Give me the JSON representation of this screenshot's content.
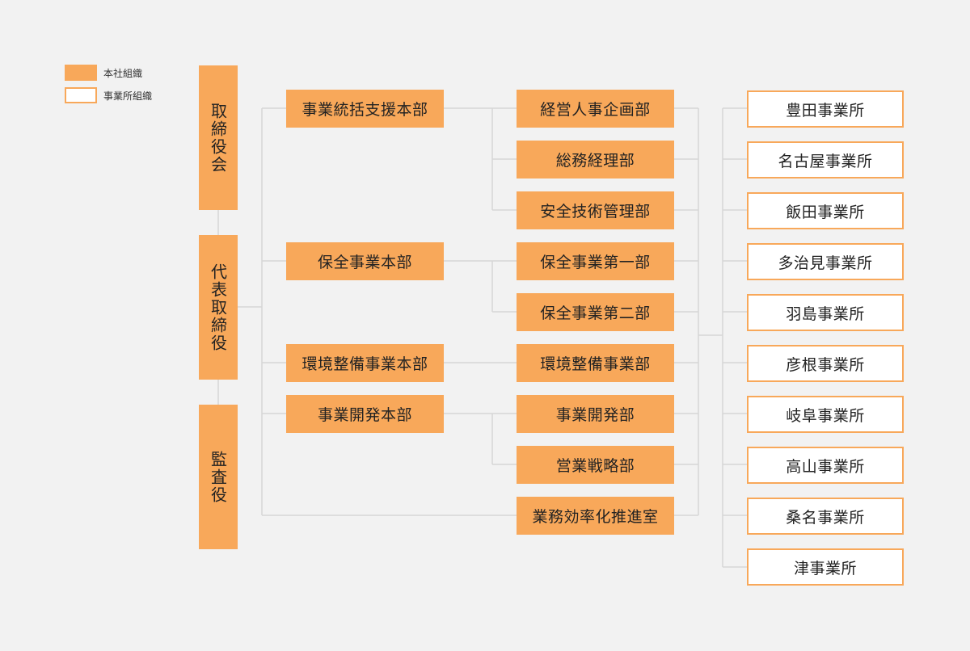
{
  "legend": {
    "hq_label": "本社組織",
    "office_label": "事業所組織"
  },
  "executives": [
    {
      "id": "board",
      "label": "取締役会"
    },
    {
      "id": "president",
      "label": "代表取締役"
    },
    {
      "id": "auditor",
      "label": "監査役"
    }
  ],
  "divisions": [
    {
      "id": "general-support",
      "label": "事業統括支援本部"
    },
    {
      "id": "maintenance",
      "label": "保全事業本部"
    },
    {
      "id": "environment",
      "label": "環境整備事業本部"
    },
    {
      "id": "development",
      "label": "事業開発本部"
    }
  ],
  "departments": [
    {
      "id": "planning",
      "label": "経営人事企画部",
      "parent": "general-support"
    },
    {
      "id": "general-affairs",
      "label": "総務経理部",
      "parent": "general-support"
    },
    {
      "id": "safety",
      "label": "安全技術管理部",
      "parent": "general-support"
    },
    {
      "id": "maint-1",
      "label": "保全事業第一部",
      "parent": "maintenance"
    },
    {
      "id": "maint-2",
      "label": "保全事業第二部",
      "parent": "maintenance"
    },
    {
      "id": "env-dept",
      "label": "環境整備事業部",
      "parent": "environment"
    },
    {
      "id": "dev-dept",
      "label": "事業開発部",
      "parent": "development"
    },
    {
      "id": "sales",
      "label": "営業戦略部",
      "parent": "development"
    },
    {
      "id": "efficiency",
      "label": "業務効率化推進室",
      "parent": "president"
    }
  ],
  "offices": [
    {
      "id": "toyota",
      "label": "豊田事業所"
    },
    {
      "id": "nagoya",
      "label": "名古屋事業所"
    },
    {
      "id": "iida",
      "label": "飯田事業所"
    },
    {
      "id": "tajimi",
      "label": "多治見事業所"
    },
    {
      "id": "hashima",
      "label": "羽島事業所"
    },
    {
      "id": "hikone",
      "label": "彦根事業所"
    },
    {
      "id": "gifu",
      "label": "岐阜事業所"
    },
    {
      "id": "takayama",
      "label": "高山事業所"
    },
    {
      "id": "kuwana",
      "label": "桑名事業所"
    },
    {
      "id": "tsu",
      "label": "津事業所"
    }
  ],
  "colors": {
    "hq_fill": "#f8a85a",
    "office_border": "#f8a85a",
    "line": "#d6d6d6",
    "background": "#f2f2f2"
  }
}
